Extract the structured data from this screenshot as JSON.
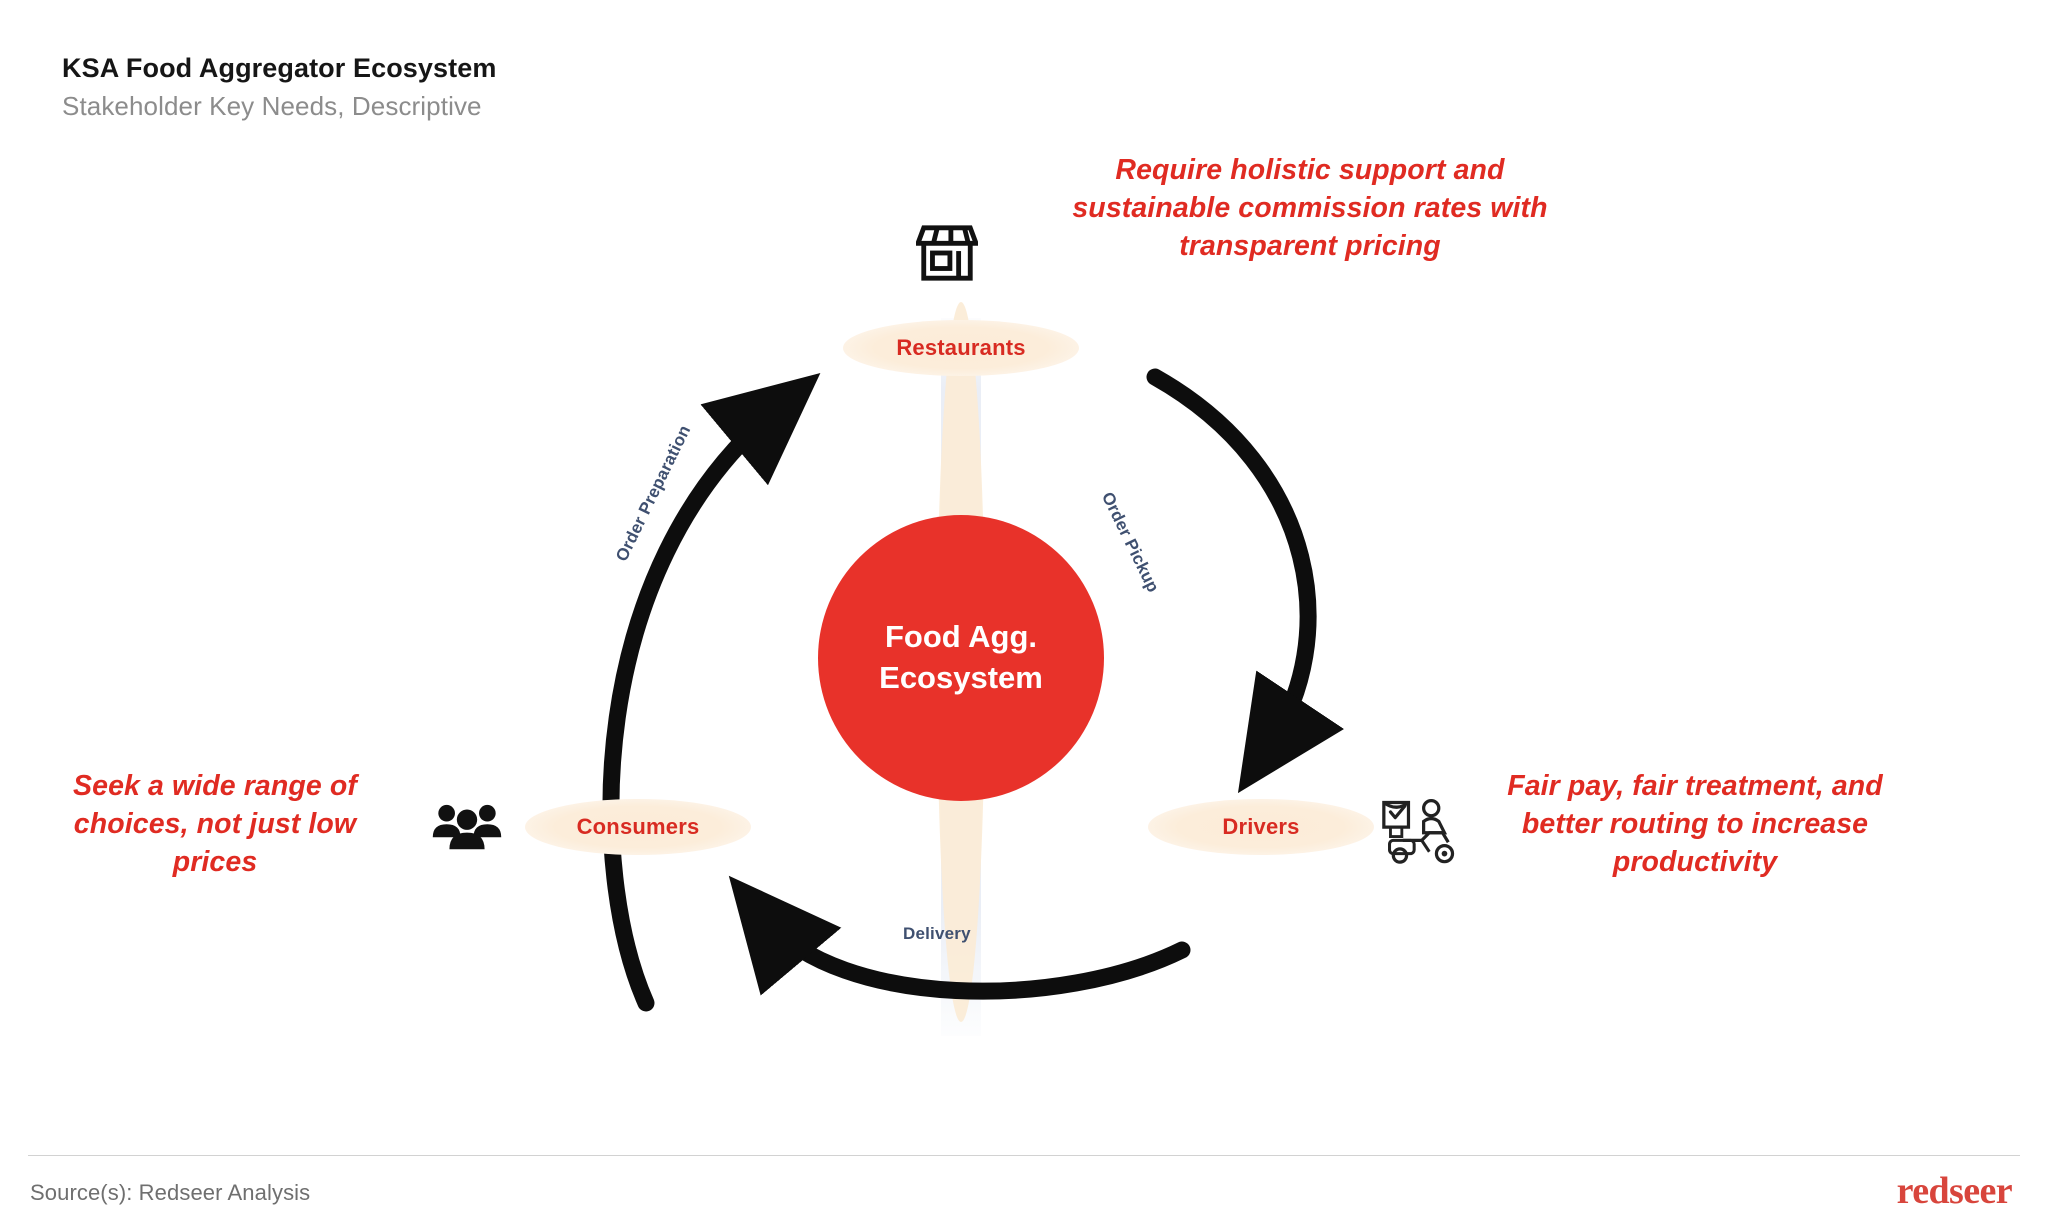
{
  "header": {
    "title": "KSA Food Aggregator Ecosystem",
    "subtitle": "Stakeholder Key Needs, Descriptive"
  },
  "diagram": {
    "center": {
      "label_line1": "Food Agg.",
      "label_line2": "Ecosystem",
      "color": "#e8322a",
      "text_color": "#ffffff"
    },
    "nodes": [
      {
        "id": "restaurants",
        "label": "Restaurants",
        "icon": "storefront-icon",
        "pill_color": "#fcecd8",
        "text_color": "#d82b22"
      },
      {
        "id": "consumers",
        "label": "Consumers",
        "icon": "people-group-icon",
        "pill_color": "#fcecd8",
        "text_color": "#d82b22"
      },
      {
        "id": "drivers",
        "label": "Drivers",
        "icon": "delivery-scooter-icon",
        "pill_color": "#fcecd8",
        "text_color": "#d82b22"
      }
    ],
    "flows": [
      {
        "id": "order-preparation",
        "label": "Order Preparation",
        "from": "consumers",
        "to": "restaurants",
        "color": "#3f5070"
      },
      {
        "id": "order-pickup",
        "label": "Order Pickup",
        "from": "restaurants",
        "to": "drivers",
        "color": "#3f5070"
      },
      {
        "id": "delivery",
        "label": "Delivery",
        "from": "drivers",
        "to": "consumers",
        "color": "#3f5070"
      }
    ],
    "arrow_color": "#0d0d0d",
    "band_color": "#e9edf5",
    "lens_color": "#fbecd6"
  },
  "callouts": [
    {
      "id": "restaurants-need",
      "for": "restaurants",
      "text": "Require holistic support and sustainable commission rates with transparent pricing",
      "color": "#e02b22"
    },
    {
      "id": "consumers-need",
      "for": "consumers",
      "text": "Seek a wide range of choices, not just low prices",
      "color": "#e02b22"
    },
    {
      "id": "drivers-need",
      "for": "drivers",
      "text": "Fair pay, fair treatment, and better routing to increase productivity",
      "color": "#e02b22"
    }
  ],
  "footer": {
    "source": "Source(s): Redseer Analysis",
    "logo": "redseer",
    "logo_color": "#d8453c"
  }
}
